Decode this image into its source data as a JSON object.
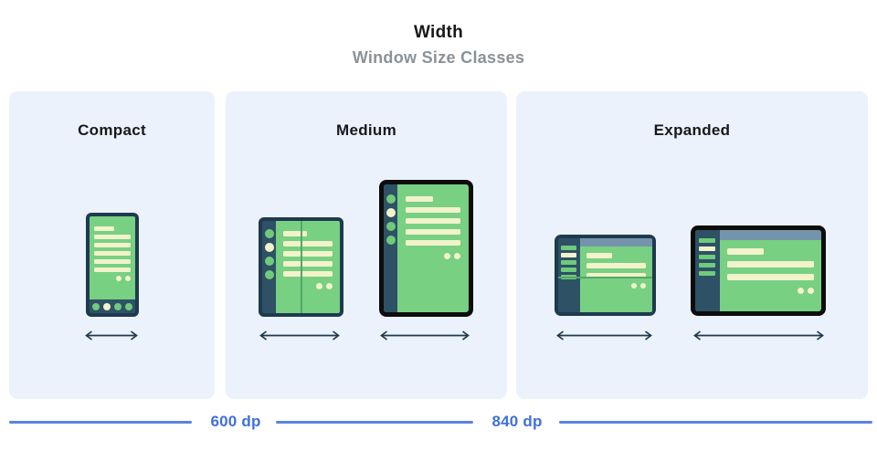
{
  "header": {
    "title": "Width",
    "subtitle": "Window Size Classes"
  },
  "panels": [
    {
      "label": "Compact",
      "devices": [
        "phone"
      ]
    },
    {
      "label": "Medium",
      "devices": [
        "foldable-open",
        "tablet-portrait"
      ]
    },
    {
      "label": "Expanded",
      "devices": [
        "foldable-landscape",
        "tablet-landscape"
      ]
    }
  ],
  "breakpoints": [
    {
      "label": "600 dp"
    },
    {
      "label": "840 dp"
    }
  ],
  "colors": {
    "panel_bg": "#ebf2fb",
    "device_frame_navy": "#1e3a4f",
    "device_frame_black": "#0d0d0d",
    "screen_green": "#78d083",
    "rail_navy": "#2e5166",
    "line_cream": "#f2f2cb",
    "bar_green": "#6fcb7b",
    "appbar_bluegray": "#7594ab",
    "fold_green": "#55a767",
    "measure_line_blue": "#5b82e0",
    "measure_text_blue": "#3e6fdc",
    "subtitle_gray": "#8a9298",
    "arrow_navy": "#1e3a4f"
  }
}
